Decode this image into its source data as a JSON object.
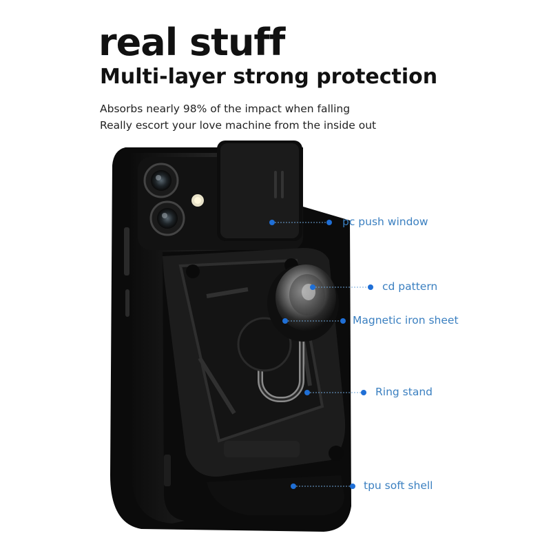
{
  "headline": "real stuff",
  "subheadline": "Multi-layer strong protection",
  "taglines": [
    "Absorbs nearly 98% of the impact when falling",
    "Really escort your love machine from the inside out"
  ],
  "callouts": [
    "pc push window",
    "cd pattern",
    "Magnetic iron sheet",
    "Ring stand",
    "tpu soft shell"
  ],
  "colors": {
    "accent": "#3a7fc0",
    "dot": "#1f6fd6",
    "case": "#151515",
    "text": "#111111"
  }
}
